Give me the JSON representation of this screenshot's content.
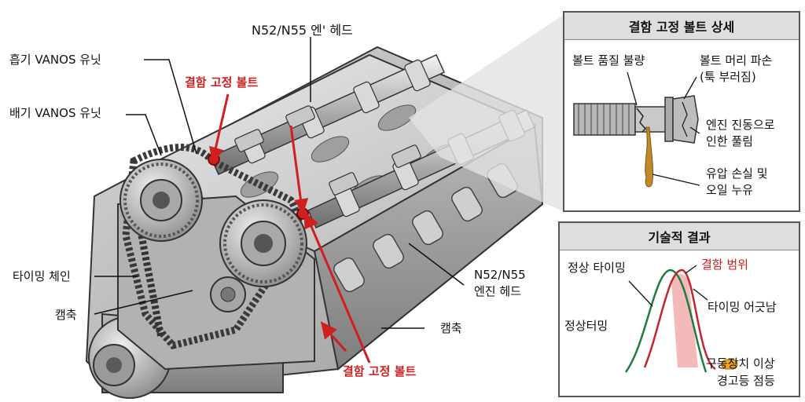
{
  "main_labels": {
    "head_top": "N52/N55 엔' 헤드",
    "intake_vanos": "흡기 VANOS 유닛",
    "exhaust_vanos": "배기 VANOS 유닛",
    "bolt_top": "결함 고정 볼트",
    "timing_chain": "타이밍 체인",
    "camshaft_left": "캠축",
    "head_right_line1": "N52/N55",
    "head_right_line2": "엔진 헤드",
    "camshaft_right": "캠축",
    "bolt_bottom": "결함 고정 볼트"
  },
  "detail_panel": {
    "title": "결함 고정 볼트 상세",
    "bolt_quality": "볼트 품질 불량",
    "head_broken_line1": "볼트 머리 파손",
    "head_broken_line2": "(툭 부러짐)",
    "vibration_line1": "엔진 진동으로",
    "vibration_line2": "인한 풀림",
    "oil_line1": "유압 손실 및",
    "oil_line2": "오일 누유"
  },
  "result_panel": {
    "title": "기술적 결과",
    "normal_timing": "정상 타이밍",
    "defect_range": "결함 범위",
    "normal_timing_2": "정상터밍",
    "timing_offset": "타이밍 어긋남",
    "warning_line1": "구동장치 이상",
    "warning_line2": "경고등 점등"
  },
  "colors": {
    "accent_red": "#d01f1f",
    "curve_green": "#1e7d3c",
    "curve_red": "#c0262b",
    "defect_fill": "#f1a8a8",
    "oil": "#c08a2a",
    "warning_lamp": "#f3a31c"
  }
}
